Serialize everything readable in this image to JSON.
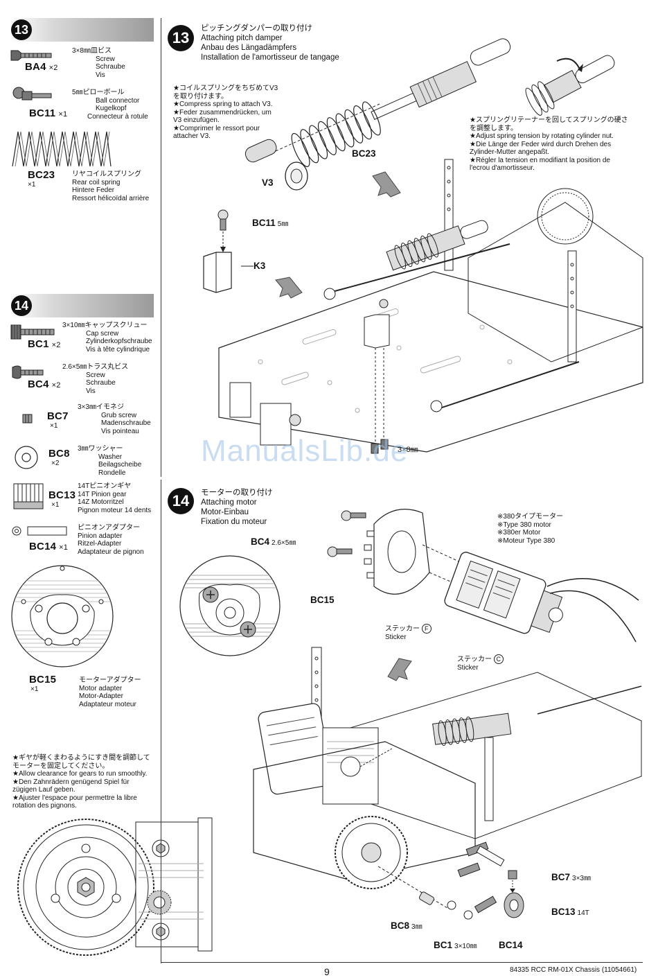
{
  "step13": {
    "number": "13",
    "title_ja": "ピッチングダンパーの取り付け",
    "title_en": "Attaching pitch damper",
    "title_de": "Anbau des Längadämpfers",
    "title_fr": "Installation de l'amortisseur de tangage",
    "parts": [
      {
        "code": "BA4",
        "qty": "×2",
        "lines": [
          "3×8㎜皿ビス",
          "Screw",
          "Schraube",
          "Vis"
        ]
      },
      {
        "code": "BC11",
        "qty": "×1",
        "lines": [
          "5㎜ピローボール",
          "Ball connector",
          "Kugelkopf",
          "Connecteur à rotule"
        ]
      },
      {
        "code": "BC23",
        "qty": "×1",
        "lines": [
          "リヤコイルスプリング",
          "Rear coil spring",
          "Hintere Feder",
          "Ressort hélicoïdal arrière"
        ]
      }
    ],
    "note_left": [
      "★コイルスプリングをちぢめてV3",
      "を取り付けます。",
      "★Compress spring to attach V3.",
      "★Feder zusammendrücken, um",
      "V3 einzufügen.",
      "★Comprimer le ressort pour",
      "attacher V3."
    ],
    "note_right": [
      "★スプリングリテーナーを回してスプリングの硬さ",
      "を調整します。",
      "★Adjust spring tension by rotating cylinder nut.",
      "★Die Länge der Feder wird durch Drehen des",
      "Zylinder-Mutter angepaßt.",
      "★Régler la tension en modifiant la position de",
      "l'ecrou d'amortisseur."
    ],
    "labels": {
      "bc23": "BC23",
      "v3": "V3",
      "bc11": "BC11",
      "bc11_size": "5㎜",
      "k3": "K3",
      "screw": "3×8㎜"
    }
  },
  "step14": {
    "number": "14",
    "title_ja": "モーターの取り付け",
    "title_en": "Attaching motor",
    "title_de": "Motor-Einbau",
    "title_fr": "Fixation du moteur",
    "parts": [
      {
        "code": "BC1",
        "qty": "×2",
        "lines": [
          "3×10㎜キャップスクリュー",
          "Cap screw",
          "Zylinderkopfschraube",
          "Vis à tête cylindrique"
        ]
      },
      {
        "code": "BC4",
        "qty": "×2",
        "lines": [
          "2.6×5㎜トラス丸ビス",
          "Screw",
          "Schraube",
          "Vis"
        ]
      },
      {
        "code": "BC7",
        "qty": "×1",
        "lines": [
          "3×3㎜イモネジ",
          "Grub screw",
          "Madenschraube",
          "Vis pointeau"
        ]
      },
      {
        "code": "BC8",
        "qty": "×2",
        "lines": [
          "3㎜ワッシャー",
          "Washer",
          "Beilagscheibe",
          "Rondelle"
        ]
      },
      {
        "code": "BC13",
        "qty": "×1",
        "lines": [
          "14Tピニオンギヤ",
          "14T Pinion gear",
          "14Z Motorritzel",
          "Pignon moteur 14 dents"
        ]
      },
      {
        "code": "BC14",
        "qty": "×1",
        "lines": [
          "ピニオンアダプター",
          "Pinion adapter",
          "Ritzel-Adapter",
          "Adaptateur de pignon"
        ]
      },
      {
        "code": "BC15",
        "qty": "×1",
        "lines": [
          "モーターアダプター",
          "Motor adapter",
          "Motor-Adapter",
          "Adaptateur moteur"
        ]
      }
    ],
    "note_gear": [
      "★ギヤが軽くまわるようにすき間を調節して",
      "モーターを固定してください。",
      "★Allow clearance for gears to run smoothly.",
      "★Den Zahnrädern genügend Spiel für",
      "zügigen Lauf geben.",
      "★Ajuster l'espace pour permettre la libre",
      "rotation des pignons."
    ],
    "motor_note": [
      "※380タイプモーター",
      "※Type 380 motor",
      "※380er Motor",
      "※Moteur Type 380"
    ],
    "labels": {
      "bc4": "BC4",
      "bc4_size": "2.6×5㎜",
      "bc15": "BC15",
      "sticker_f_ja": "ステッカー",
      "sticker_f_letter": "F",
      "sticker_f_en": "Sticker",
      "sticker_c_ja": "ステッカー",
      "sticker_c_letter": "C",
      "sticker_c_en": "Sticker",
      "bc7": "BC7",
      "bc7_size": "3×3㎜",
      "bc13": "BC13",
      "bc13_size": "14T",
      "bc8": "BC8",
      "bc8_size": "3㎜",
      "bc1": "BC1",
      "bc1_size": "3×10㎜",
      "bc14": "BC14"
    }
  },
  "footer": {
    "page": "9",
    "doc": "84335  RCC RM-01X Chassis (11054661)"
  },
  "watermark": "ManualsLib.de"
}
